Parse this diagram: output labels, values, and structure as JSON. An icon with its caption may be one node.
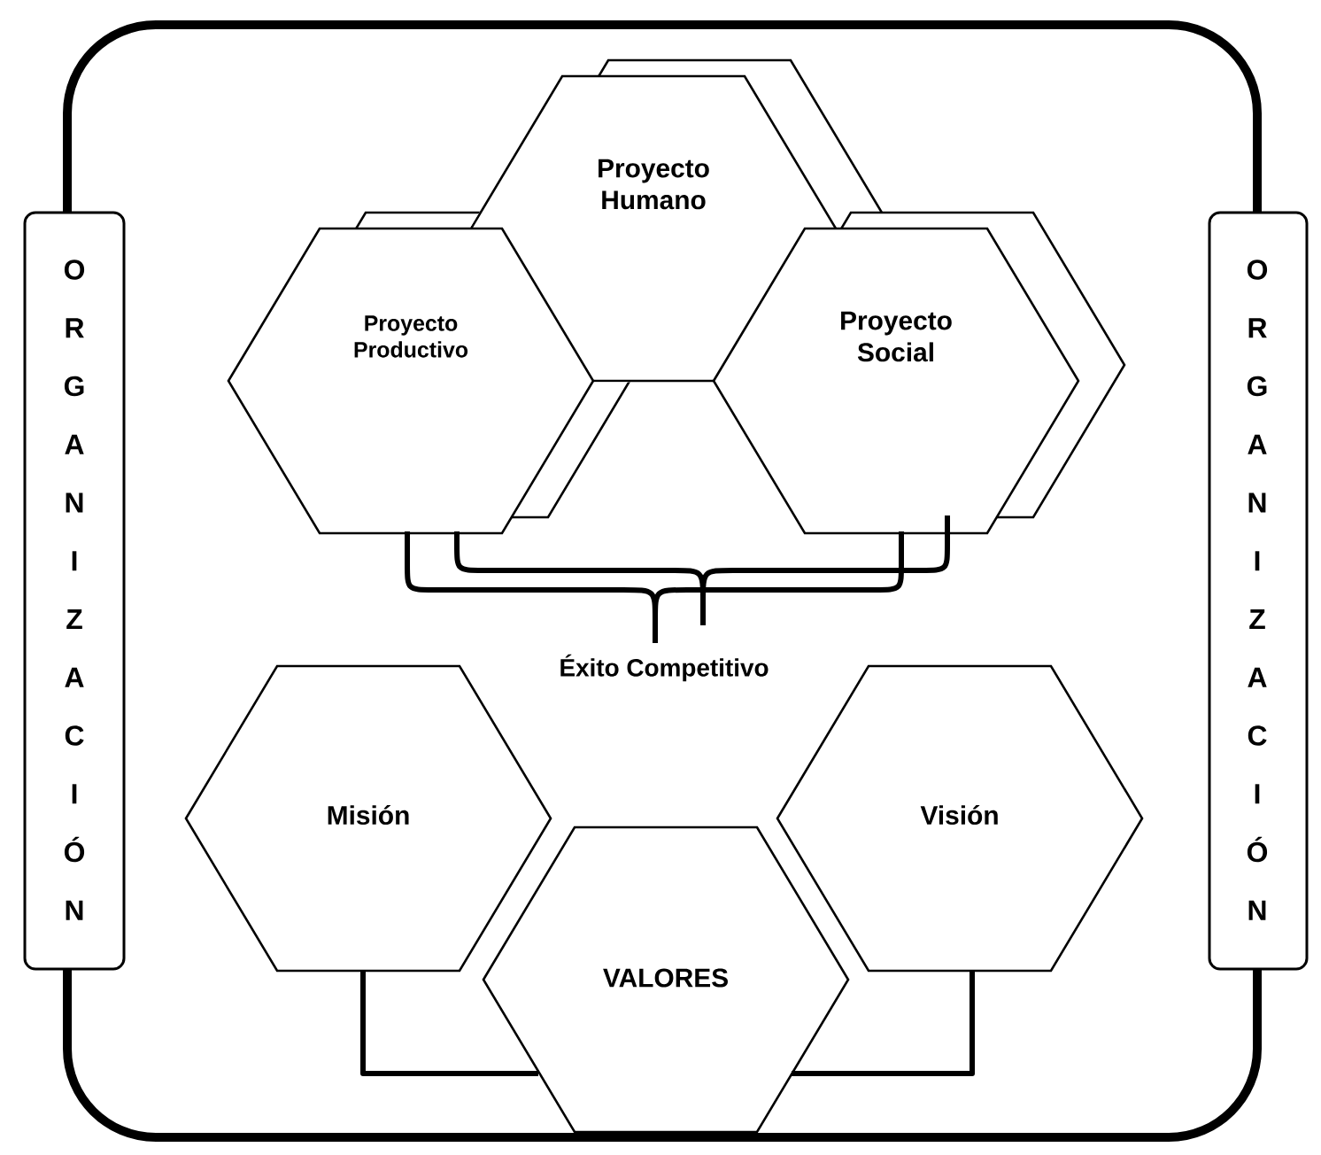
{
  "diagram": {
    "nodes": [
      {
        "text": [
          "ORGANIZACIÓN"
        ]
      },
      {
        "text": [
          "Proyecto Humano"
        ]
      },
      {
        "text": [
          "Proyecto Productivo"
        ]
      },
      {
        "text": [
          "Proyecto Social"
        ]
      },
      {
        "text": [
          "Éxito Competitivo"
        ]
      },
      {
        "text": [
          "Misión"
        ]
      },
      {
        "text": [
          "Visión"
        ]
      },
      {
        "text": [
          "VALORES"
        ]
      },
      {
        "text": [
          "ORGANIZACIÓN"
        ]
      }
    ],
    "edges": [
      {
        "from": 2,
        "to": 4,
        "arrow": "none"
      },
      {
        "from": 3,
        "to": 4,
        "arrow": "none"
      },
      {
        "from": 2,
        "to": 4,
        "arrow": "none"
      },
      {
        "from": 3,
        "to": 4,
        "arrow": "none"
      },
      {
        "from": 5,
        "to": 7,
        "arrow": "none"
      },
      {
        "from": 6,
        "to": 7,
        "arrow": "none"
      }
    ]
  }
}
